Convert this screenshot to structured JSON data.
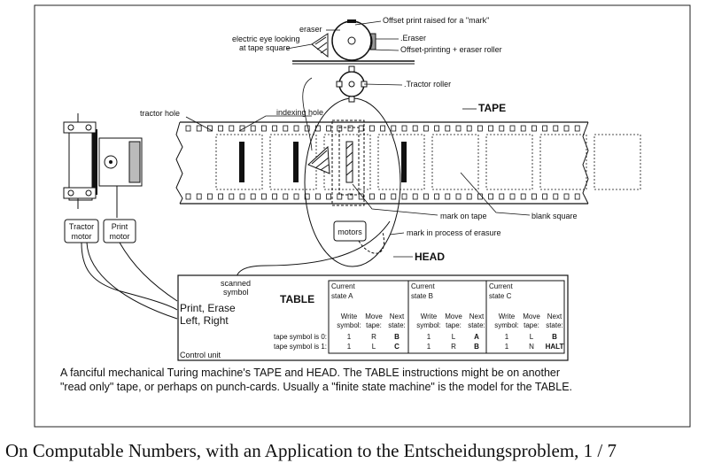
{
  "labels": {
    "eraser": "eraser",
    "eye1": "electric eye looking",
    "eye2": "at tape square",
    "offset_raised": "Offset print raised for a \"mark\"",
    "eraser_right": ".Eraser",
    "offset_roller": "Offset-printing + eraser roller",
    "tractor_roller": ".Tractor roller",
    "tractor_hole": "tractor hole",
    "indexing_hole": "indexing hole",
    "tape": "TAPE",
    "mark_on_tape": "mark on tape",
    "blank_square": "blank square",
    "mark_erasure": "mark in process of erasure",
    "head": "HEAD",
    "motors": "motors",
    "tractor_motor_1": "Tractor",
    "tractor_motor_2": "motor",
    "print_motor_1": "Print",
    "print_motor_2": "motor",
    "scanned_1": "scanned",
    "scanned_2": "symbol",
    "print_erase": "Print, Erase",
    "left_right": "Left, Right",
    "control_unit": "Control unit"
  },
  "table": {
    "title": "TABLE",
    "states": [
      "Current state A",
      "Current state B",
      "Current state C"
    ],
    "col_heads": [
      [
        "Write",
        "symbol:"
      ],
      [
        "Move",
        "tape:"
      ],
      [
        "Next",
        "state:"
      ]
    ],
    "row_labels": [
      "tape symbol is 0:",
      "tape symbol is 1:"
    ],
    "rows": [
      [
        "1",
        "R",
        "B",
        "1",
        "L",
        "A",
        "1",
        "L",
        "B"
      ],
      [
        "1",
        "L",
        "C",
        "1",
        "R",
        "B",
        "1",
        "N",
        "HALT"
      ]
    ]
  },
  "caption": {
    "line1": "A fanciful mechanical Turing machine's TAPE and HEAD. The TABLE instructions might be on another",
    "line2": "\"read only\" tape, or perhaps on punch-cards. Usually a \"finite state machine\" is the model for the TABLE."
  },
  "footer": "On Computable Numbers, with an Application to the Entscheidungsproblem, 1 / 7"
}
